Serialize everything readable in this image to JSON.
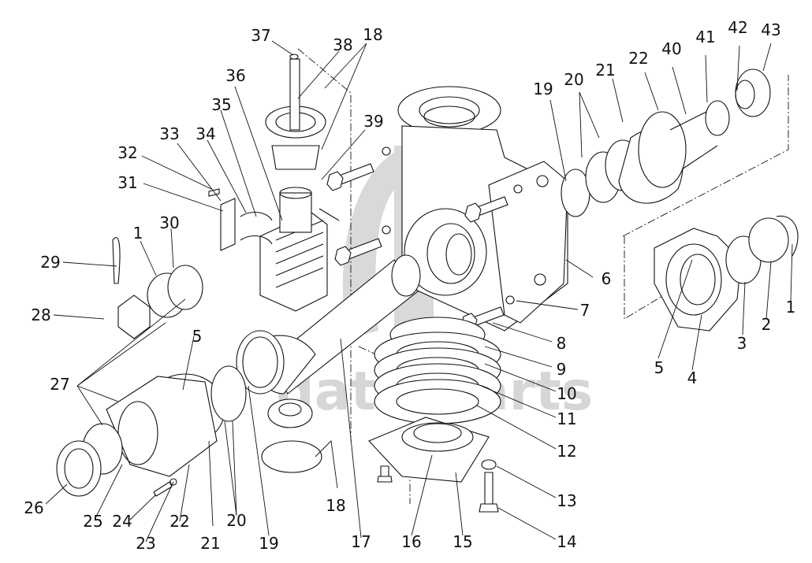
{
  "diagram": {
    "type": "exploded-parts-view",
    "subject": "gearbox assembly",
    "watermark": "data-parts",
    "labels": [
      {
        "id": "l1a",
        "text": "1"
      },
      {
        "id": "l1b",
        "text": "1"
      },
      {
        "id": "l2",
        "text": "2"
      },
      {
        "id": "l3",
        "text": "3"
      },
      {
        "id": "l4",
        "text": "4"
      },
      {
        "id": "l5a",
        "text": "5"
      },
      {
        "id": "l5b",
        "text": "5"
      },
      {
        "id": "l6",
        "text": "6"
      },
      {
        "id": "l7",
        "text": "7"
      },
      {
        "id": "l8",
        "text": "8"
      },
      {
        "id": "l9",
        "text": "9"
      },
      {
        "id": "l10",
        "text": "10"
      },
      {
        "id": "l11",
        "text": "11"
      },
      {
        "id": "l12",
        "text": "12"
      },
      {
        "id": "l13",
        "text": "13"
      },
      {
        "id": "l14",
        "text": "14"
      },
      {
        "id": "l15",
        "text": "15"
      },
      {
        "id": "l16",
        "text": "16"
      },
      {
        "id": "l17",
        "text": "17"
      },
      {
        "id": "l18a",
        "text": "18"
      },
      {
        "id": "l18b",
        "text": "18"
      },
      {
        "id": "l19a",
        "text": "19"
      },
      {
        "id": "l19b",
        "text": "19"
      },
      {
        "id": "l20a",
        "text": "20"
      },
      {
        "id": "l20b",
        "text": "20"
      },
      {
        "id": "l21a",
        "text": "21"
      },
      {
        "id": "l21b",
        "text": "21"
      },
      {
        "id": "l22a",
        "text": "22"
      },
      {
        "id": "l22b",
        "text": "22"
      },
      {
        "id": "l23",
        "text": "23"
      },
      {
        "id": "l24",
        "text": "24"
      },
      {
        "id": "l25",
        "text": "25"
      },
      {
        "id": "l26",
        "text": "26"
      },
      {
        "id": "l27",
        "text": "27"
      },
      {
        "id": "l28",
        "text": "28"
      },
      {
        "id": "l29",
        "text": "29"
      },
      {
        "id": "l30",
        "text": "30"
      },
      {
        "id": "l31",
        "text": "31"
      },
      {
        "id": "l32",
        "text": "32"
      },
      {
        "id": "l33",
        "text": "33"
      },
      {
        "id": "l34",
        "text": "34"
      },
      {
        "id": "l35",
        "text": "35"
      },
      {
        "id": "l36",
        "text": "36"
      },
      {
        "id": "l37",
        "text": "37"
      },
      {
        "id": "l38",
        "text": "38"
      },
      {
        "id": "l39",
        "text": "39"
      },
      {
        "id": "l40",
        "text": "40"
      },
      {
        "id": "l41",
        "text": "41"
      },
      {
        "id": "l42",
        "text": "42"
      },
      {
        "id": "l43",
        "text": "43"
      }
    ]
  }
}
